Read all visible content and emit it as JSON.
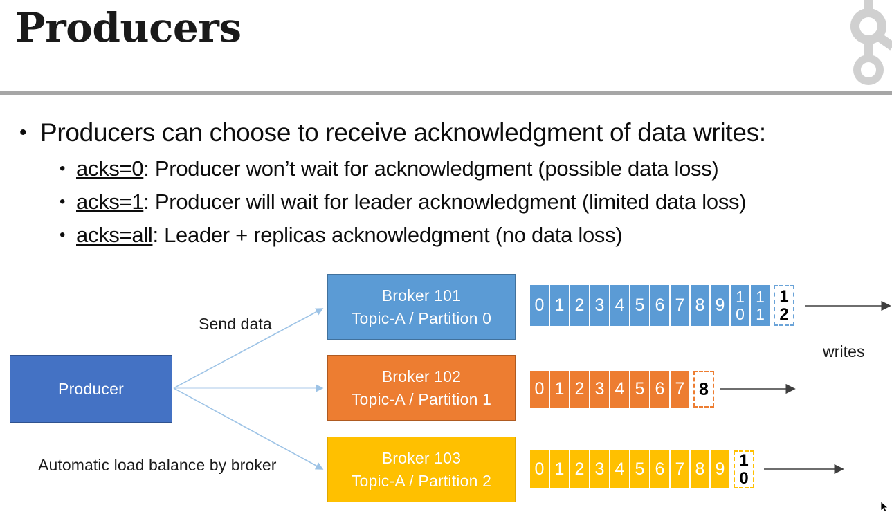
{
  "slide": {
    "title": "Producers",
    "logo_icon": "kafka-logo-icon"
  },
  "bullets": {
    "main": "Producers can choose to receive acknowledgment of data writes:",
    "sub": [
      {
        "key": "acks=0",
        "text": ": Producer won’t wait for acknowledgment (possible data loss)"
      },
      {
        "key": "acks=1",
        "text": ": Producer will wait for leader acknowledgment (limited data loss)"
      },
      {
        "key": "acks=all",
        "text": ": Leader + replicas acknowledgment (no data loss)"
      }
    ]
  },
  "diagram": {
    "producer_label": "Producer",
    "send_data_label": "Send data",
    "auto_balance_label": "Automatic load balance by broker",
    "writes_label": "writes",
    "brokers": [
      {
        "name": "Broker 101",
        "topic": "Topic-A / Partition 0",
        "color": "#5b9bd5"
      },
      {
        "name": "Broker 102",
        "topic": "Topic-A / Partition 1",
        "color": "#ed7d31"
      },
      {
        "name": "Broker 103",
        "topic": "Topic-A / Partition 2",
        "color": "#ffc000"
      }
    ],
    "partitions": [
      {
        "id": "partition-0",
        "color": "#5b9bd5",
        "offsets": [
          "0",
          "1",
          "2",
          "3",
          "4",
          "5",
          "6",
          "7",
          "8",
          "9",
          "10",
          "11"
        ],
        "next_offset": "12"
      },
      {
        "id": "partition-1",
        "color": "#ed7d31",
        "offsets": [
          "0",
          "1",
          "2",
          "3",
          "4",
          "5",
          "6",
          "7"
        ],
        "next_offset": "8"
      },
      {
        "id": "partition-2",
        "color": "#ffc000",
        "offsets": [
          "0",
          "1",
          "2",
          "3",
          "4",
          "5",
          "6",
          "7",
          "8",
          "9"
        ],
        "next_offset": "10"
      }
    ]
  },
  "colors": {
    "title": "#1a1a1a",
    "divider": "#a6a6a6",
    "producer": "#4472c4",
    "arrow_light": "#9dc3e6",
    "arrow_dark": "#595959",
    "logo": "#d0d0d0"
  }
}
